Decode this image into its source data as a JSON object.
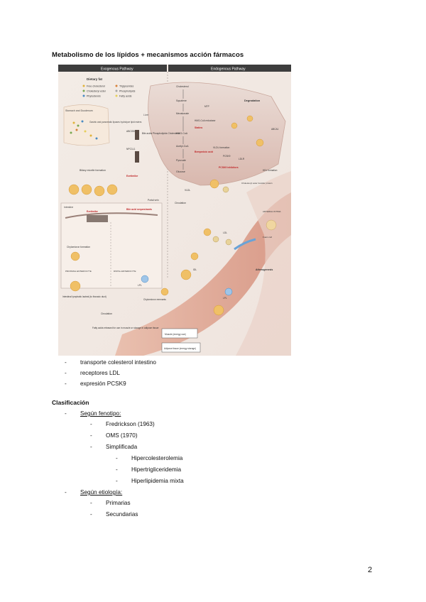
{
  "page": {
    "title": "Metabolismo de los lípidos + mecanismos acción fármacos",
    "page_number": "2"
  },
  "figure": {
    "headers": {
      "left": "Exogenous Pathway",
      "right": "Endogenous Pathway"
    },
    "legend_title": "Dietary fat",
    "legend_items": [
      "Free cholesterol",
      "Cholesteryl ester",
      "Phytosterols",
      "Triglycerides",
      "Phospholipids",
      "Fatty acids"
    ],
    "labels": {
      "stomach": "Stomach and Duodenum",
      "gastric": "Gastric and pancreatic lipases hydrolyze lipid esters",
      "liver": "Liver",
      "abcg58": "ABCG5/8",
      "bile": "Bile acids Phospholipids Cholesterol",
      "npc1l1": "NPC1L1",
      "ezetimibe": "Ezetimibe",
      "micelle": "Biliary micelle formation",
      "intestine": "Intestine",
      "bile_seq": "Bile acid sequestrants",
      "portal": "Portal vein",
      "chylo_form": "Chylomicron formation",
      "proximal": "PROXIMAL ENTEROCYTE",
      "distal": "DISTAL ENTEROCYTE",
      "lymph": "Intestinal lymphatic lacteal (to thoracic duct)",
      "circ": "Circulation",
      "cholesterol": "Cholesterol",
      "squalene": "Squalene",
      "mevalonate": "Mevalonate",
      "hmgcr": "HMG-CoA reductase",
      "statins": "Statins",
      "hmgcoa": "HMG-CoA",
      "acetyl": "Acetyl-CoA",
      "bempedoic": "Bempedoic acid",
      "pyruvate": "Pyruvate",
      "glucose": "Glucose",
      "vldl_form": "VLDL formation",
      "degradation": "Degradation",
      "mtp": "MTP",
      "pcsk9": "PCSK9",
      "ldlr": "LDLR",
      "pcsk9_inh": "PCSK9 inhibitors",
      "abca1": "ABCA1",
      "hdl_form": "HDL formation",
      "cetp": "Cholesteryl ester transfer protein",
      "vldl": "VLDL",
      "idl": "IDL",
      "ldl": "LDL",
      "arterial": "ARTERIAL INTIMA",
      "foam": "Foam cell",
      "athero": "Atherogenesis",
      "lpl": "LPL",
      "remnants": "Chylomicron remnants",
      "muscle": "Muscle (energy use)",
      "adipose": "Adipose tissue (energy storage)",
      "ffa": "Fatty acids released for use in muscle or storage in adipose tissue"
    }
  },
  "bullets_top": [
    "transporte colesterol intestino",
    "receptores LDL",
    "expresión PCSK9"
  ],
  "section_title": "Clasificación",
  "classification": {
    "fenotipo_label": "Según fenotipo:",
    "fenotipo_items": [
      "Fredrickson (1963)",
      "OMS (1970)",
      "Simplificada"
    ],
    "simplificada_items": [
      "Hipercolesterolemia",
      "Hipertrigliceridemia",
      "Hiperlipidemia mixta"
    ],
    "etiologia_label": "Según etiología:",
    "etiologia_items": [
      "Primarias",
      "Secundarias"
    ]
  }
}
